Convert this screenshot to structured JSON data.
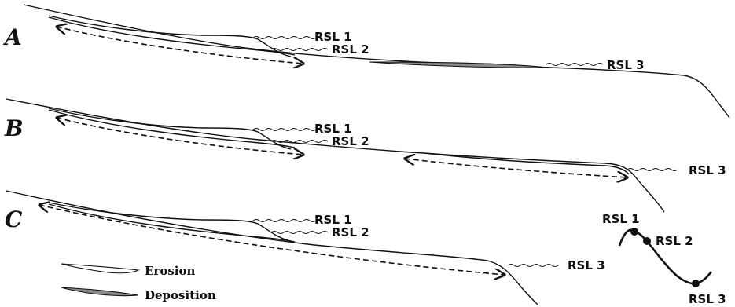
{
  "panels": [
    {
      "label": "A",
      "rsl_labels": [
        "RSL 1",
        "RSL 2",
        "RSL 3"
      ]
    },
    {
      "label": "B",
      "rsl_labels": [
        "RSL 1",
        "RSL 2",
        "RSL 3"
      ]
    },
    {
      "label": "C",
      "rsl_labels": [
        "RSL 1",
        "RSL 2",
        "RSL 3"
      ]
    }
  ],
  "legend": {
    "erosion": "Erosion",
    "deposition": "Deposition"
  },
  "sea_level_curve": {
    "points": [
      "RSL 1",
      "RSL 2",
      "RSL 3"
    ]
  },
  "colors": {
    "line": "#111111",
    "deposition_fill": "#8a8a8a",
    "erosion_fill": "#ffffff"
  }
}
